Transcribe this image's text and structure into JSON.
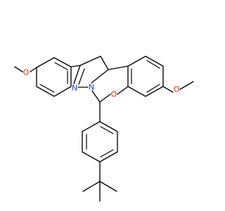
{
  "structure": {
    "atoms": {
      "o_methoxy_left": "O",
      "n_pyrazoline_left": "N",
      "n_pyrazoline_right": "N",
      "o_oxazine": "O",
      "o_methoxy_right": "O"
    }
  },
  "colors": {
    "bond": "#000000",
    "nitrogen": "#2a3dd6",
    "oxygen": "#e0251a",
    "background": "#ffffff"
  }
}
